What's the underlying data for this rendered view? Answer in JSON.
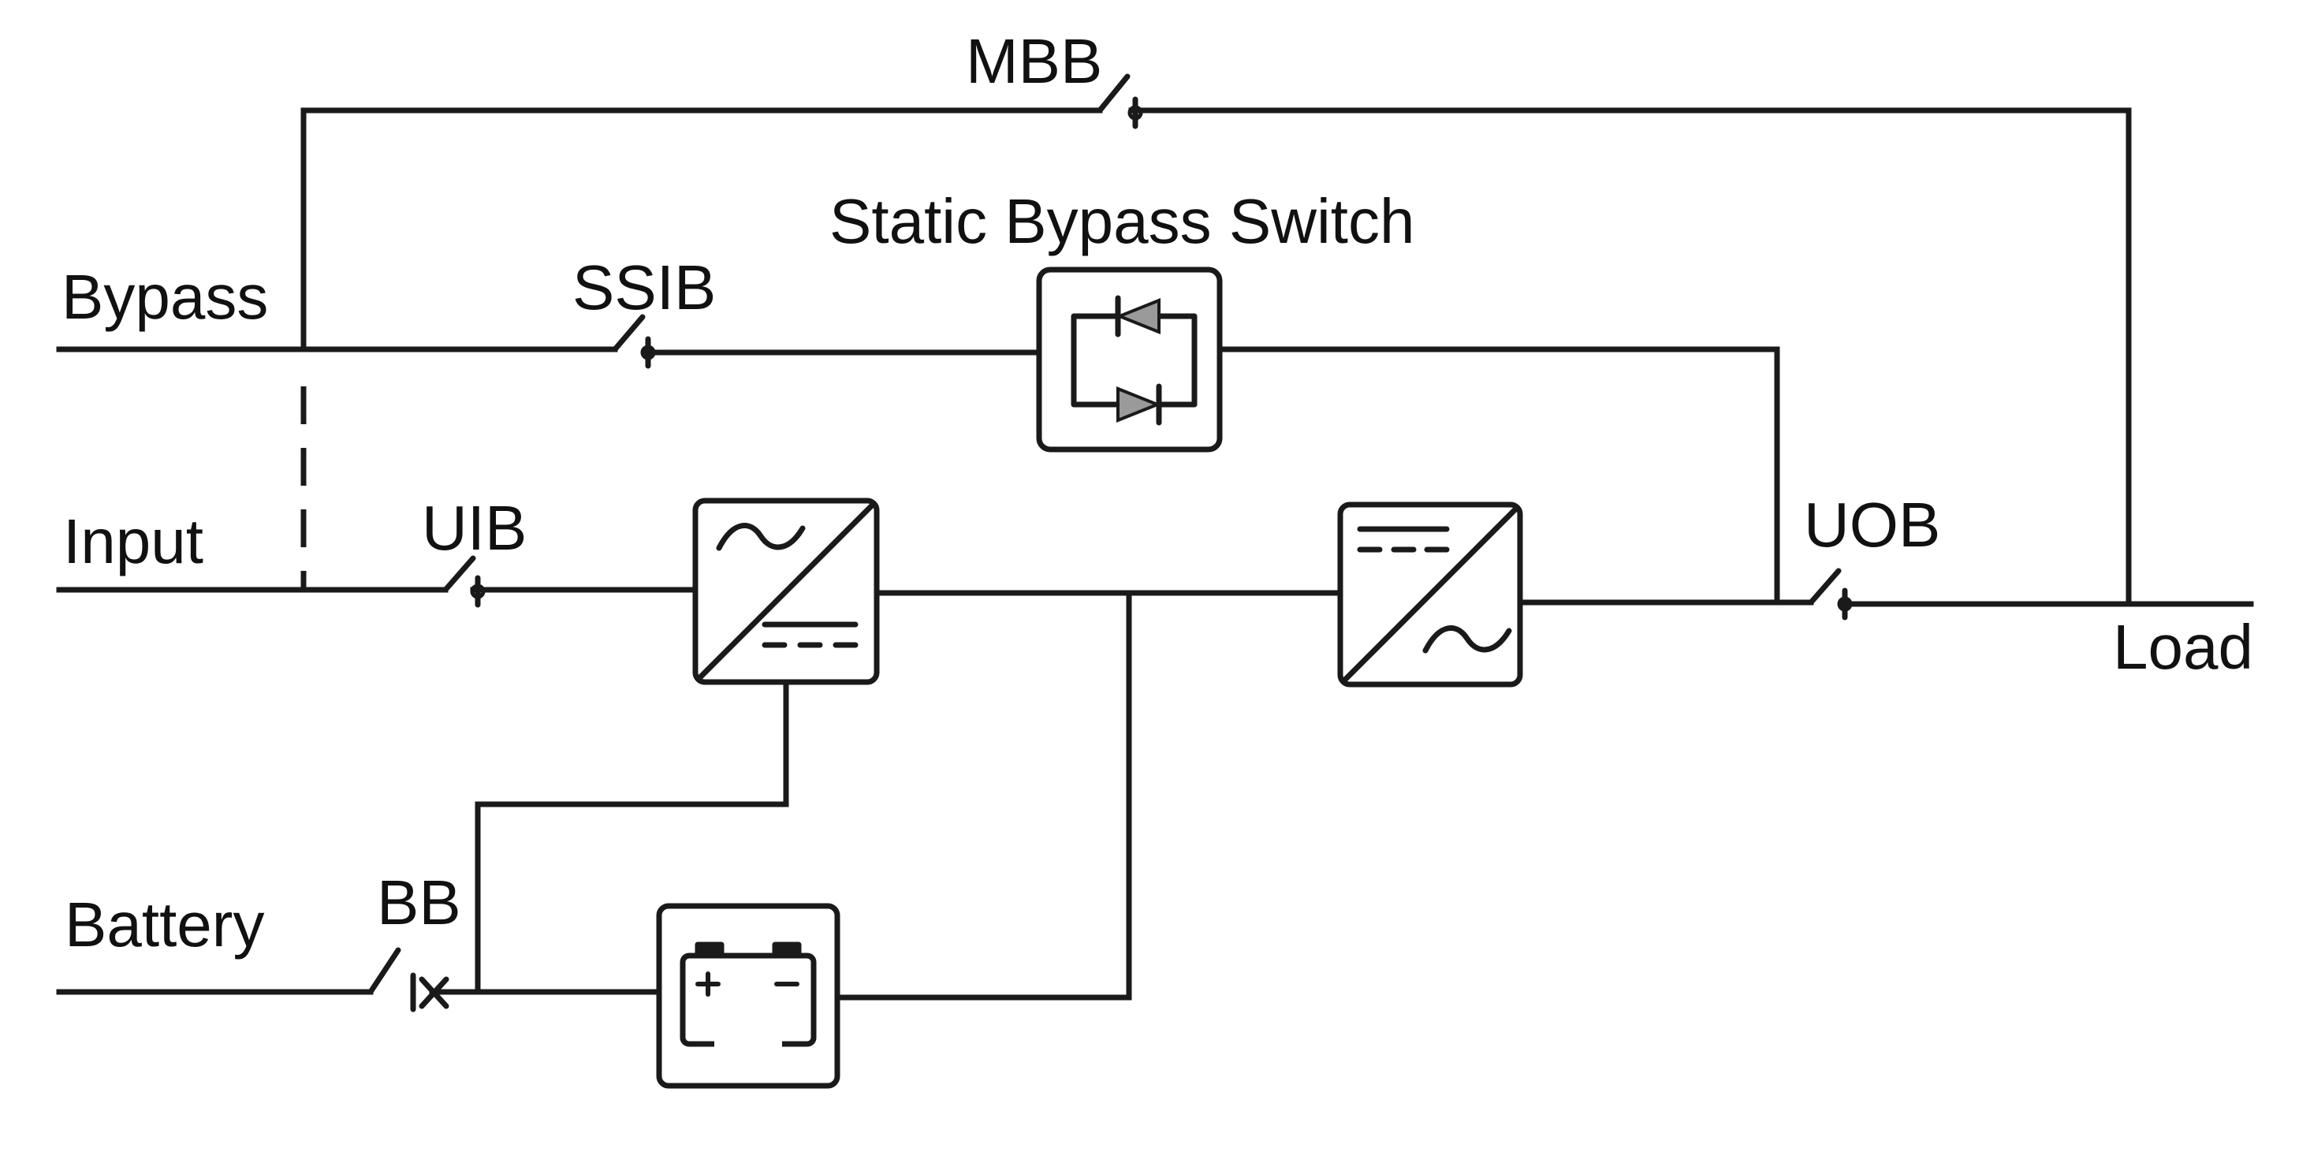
{
  "labels": {
    "bypass": "Bypass",
    "input": "Input",
    "battery": "Battery",
    "load": "Load",
    "mbb": "MBB",
    "ssib": "SSIB",
    "uib": "UIB",
    "uob": "UOB",
    "bb": "BB",
    "static_bypass_switch": "Static Bypass Switch"
  }
}
